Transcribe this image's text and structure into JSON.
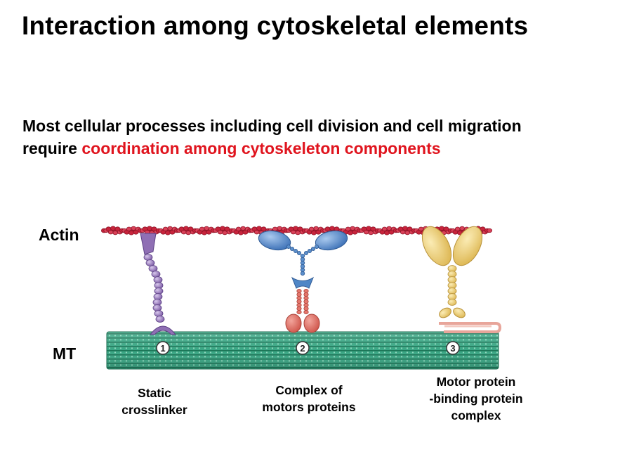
{
  "slide": {
    "title": "Interaction among cytoskeletal elements",
    "subtitle_line1": "Most cellular processes including cell division and cell migration",
    "subtitle_line2_prefix": "require ",
    "subtitle_line2_highlight": "coordination among cytoskeleton components"
  },
  "diagram": {
    "actin_label": "Actin",
    "mt_label": "MT",
    "markers": [
      "1",
      "2",
      "3"
    ],
    "captions": [
      {
        "lines": [
          "Static",
          "crosslinker"
        ]
      },
      {
        "lines": [
          "Complex of",
          "motors proteins"
        ]
      },
      {
        "lines": [
          "Motor protein",
          "-binding protein",
          "complex"
        ]
      }
    ],
    "icons": [
      "actin-filament",
      "microtubule",
      "crosslinker-protein",
      "motor-complex",
      "motor-binding-protein"
    ],
    "colors": {
      "actin": "#c8243c",
      "microtubule": "#2e9a78",
      "crosslinker": "#9070b0",
      "motor_head": "#4f86c6",
      "motor_tail": "#e06a60",
      "binding_protein": "#e8c860",
      "highlight_text": "#e0141e"
    }
  }
}
